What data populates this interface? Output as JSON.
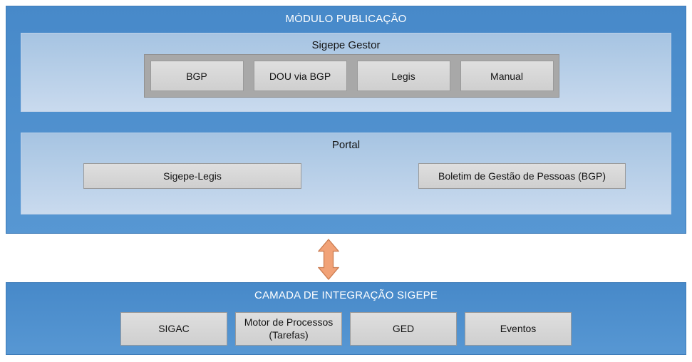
{
  "modulo_publicacao": {
    "title": "MÓDULO PUBLICAÇÃO",
    "sigepe_gestor": {
      "title": "Sigepe Gestor",
      "items": [
        "BGP",
        "DOU via BGP",
        "Legis",
        "Manual"
      ]
    },
    "portal": {
      "title": "Portal",
      "items": [
        "Sigepe-Legis",
        "Boletim de Gestão de Pessoas (BGP)"
      ]
    }
  },
  "arrow": {
    "icon": "double-vertical-arrow",
    "color": "#F1A277"
  },
  "camada_integracao": {
    "title": "CAMADA DE INTEGRAÇÃO SIGEPE",
    "items": [
      "SIGAC",
      "Motor de Processos (Tarefas)",
      "GED",
      "Eventos"
    ]
  },
  "colors": {
    "outer_blue": "#4F8FCC",
    "inner_panel_blue": "#B7CCE6",
    "strip_gray": "#A8A8A8",
    "button_gray": "#D6D6D6",
    "arrow_orange": "#F1A277",
    "header_text": "#FFFFFF",
    "body_text": "#141414"
  }
}
